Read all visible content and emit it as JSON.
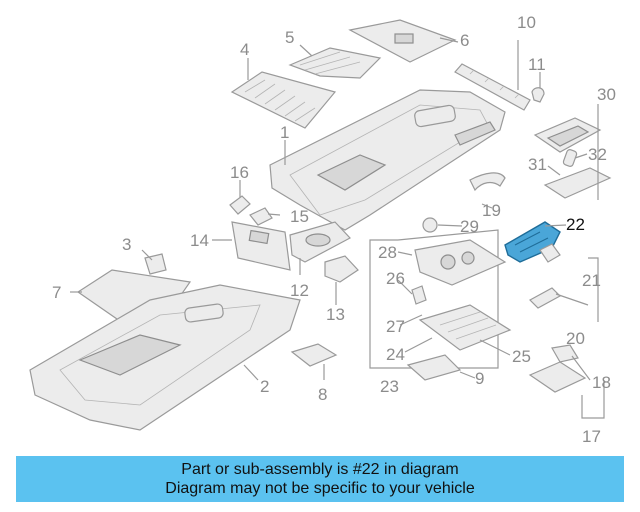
{
  "labels": {
    "p1": "1",
    "p2": "2",
    "p3": "3",
    "p4": "4",
    "p5": "5",
    "p6": "6",
    "p7": "7",
    "p8": "8",
    "p9": "9",
    "p10": "10",
    "p11": "11",
    "p12": "12",
    "p13": "13",
    "p14": "14",
    "p15": "15",
    "p16": "16",
    "p17": "17",
    "p18": "18",
    "p19": "19",
    "p20": "20",
    "p21": "21",
    "p22": "22",
    "p23": "23",
    "p24": "24",
    "p25": "25",
    "p26": "26",
    "p27": "27",
    "p28": "28",
    "p29": "29",
    "p30": "30",
    "p31": "31",
    "p32": "32"
  },
  "highlight": {
    "part": "22",
    "color": "#4aa6d8"
  },
  "banner": {
    "line1": "Part or sub-assembly is #22 in diagram",
    "line2": "Diagram may not be specific to your vehicle",
    "color": "#5bc2f0"
  }
}
